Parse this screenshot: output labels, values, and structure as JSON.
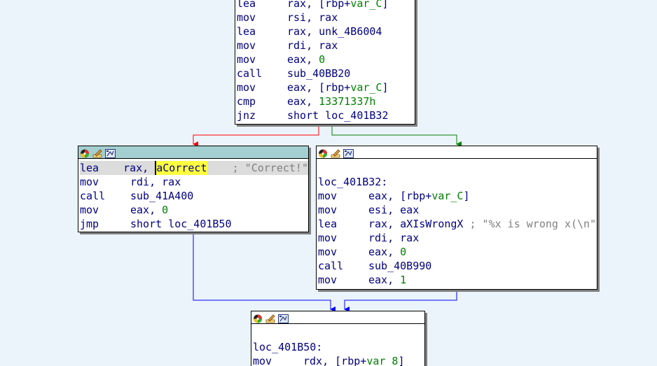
{
  "colors": {
    "false_edge": "#ff0000",
    "true_edge": "#008000",
    "jump_edge": "#0000ff",
    "selected_header": "#a3cfd1",
    "code_text": "#000080",
    "number": "#008000",
    "comment": "#808080",
    "highlight": "#ffff3f"
  },
  "icons": [
    "graph-colors-icon",
    "rename-icon",
    "group-nodes-icon"
  ],
  "blocks": {
    "top": {
      "lines": [
        {
          "mn": "lea",
          "ops": [
            {
              "t": "rax, [rbp+"
            },
            {
              "t": "var_C",
              "c": "var"
            },
            {
              "t": "]"
            }
          ]
        },
        {
          "mn": "mov",
          "ops": [
            {
              "t": "rsi, rax"
            }
          ]
        },
        {
          "mn": "lea",
          "ops": [
            {
              "t": "rax, unk_4B6004"
            }
          ]
        },
        {
          "mn": "mov",
          "ops": [
            {
              "t": "rdi, rax"
            }
          ]
        },
        {
          "mn": "mov",
          "ops": [
            {
              "t": "eax, "
            },
            {
              "t": "0",
              "c": "num"
            }
          ]
        },
        {
          "mn": "call",
          "ops": [
            {
              "t": "sub_40BB20"
            }
          ]
        },
        {
          "mn": "mov",
          "ops": [
            {
              "t": "eax, [rbp+"
            },
            {
              "t": "var_C",
              "c": "var"
            },
            {
              "t": "]"
            }
          ]
        },
        {
          "mn": "cmp",
          "ops": [
            {
              "t": "eax, "
            },
            {
              "t": "13371337h",
              "c": "num"
            }
          ]
        },
        {
          "mn": "jnz",
          "ops": [
            {
              "t": "short loc_401B32"
            }
          ]
        }
      ]
    },
    "left": {
      "lines": [
        {
          "mn": "lea",
          "hl": true,
          "ops": [
            {
              "t": "rax, "
            },
            {
              "t": "a",
              "c": "sel cursor"
            },
            {
              "t": "Correct",
              "c": "sel"
            },
            {
              "t": "    ; \"Correct!\"",
              "c": "cmt"
            }
          ]
        },
        {
          "mn": "mov",
          "ops": [
            {
              "t": "rdi, rax"
            }
          ]
        },
        {
          "mn": "call",
          "ops": [
            {
              "t": "sub_41A400"
            }
          ]
        },
        {
          "mn": "mov",
          "ops": [
            {
              "t": "eax, "
            },
            {
              "t": "0",
              "c": "num"
            }
          ]
        },
        {
          "mn": "jmp",
          "ops": [
            {
              "t": "short loc_401B50"
            }
          ]
        }
      ]
    },
    "right": {
      "label": "loc_401B32:",
      "lines": [
        {
          "mn": "mov",
          "ops": [
            {
              "t": "eax, [rbp+"
            },
            {
              "t": "var_C",
              "c": "var"
            },
            {
              "t": "]"
            }
          ]
        },
        {
          "mn": "mov",
          "ops": [
            {
              "t": "esi, eax"
            }
          ]
        },
        {
          "mn": "lea",
          "ops": [
            {
              "t": "rax, aXIsWrongX "
            },
            {
              "t": "; \"%x is wrong x(\\n\"",
              "c": "cmt"
            }
          ]
        },
        {
          "mn": "mov",
          "ops": [
            {
              "t": "rdi, rax"
            }
          ]
        },
        {
          "mn": "mov",
          "ops": [
            {
              "t": "eax, "
            },
            {
              "t": "0",
              "c": "num"
            }
          ]
        },
        {
          "mn": "call",
          "ops": [
            {
              "t": "sub_40B990"
            }
          ]
        },
        {
          "mn": "mov",
          "ops": [
            {
              "t": "eax, "
            },
            {
              "t": "1",
              "c": "num"
            }
          ]
        }
      ]
    },
    "bottom": {
      "label": "loc_401B50:",
      "lines": [
        {
          "mn": "mov",
          "ops": [
            {
              "t": "rdx, [rbp+"
            },
            {
              "t": "var_8",
              "c": "var"
            },
            {
              "t": "]"
            }
          ]
        }
      ]
    }
  }
}
